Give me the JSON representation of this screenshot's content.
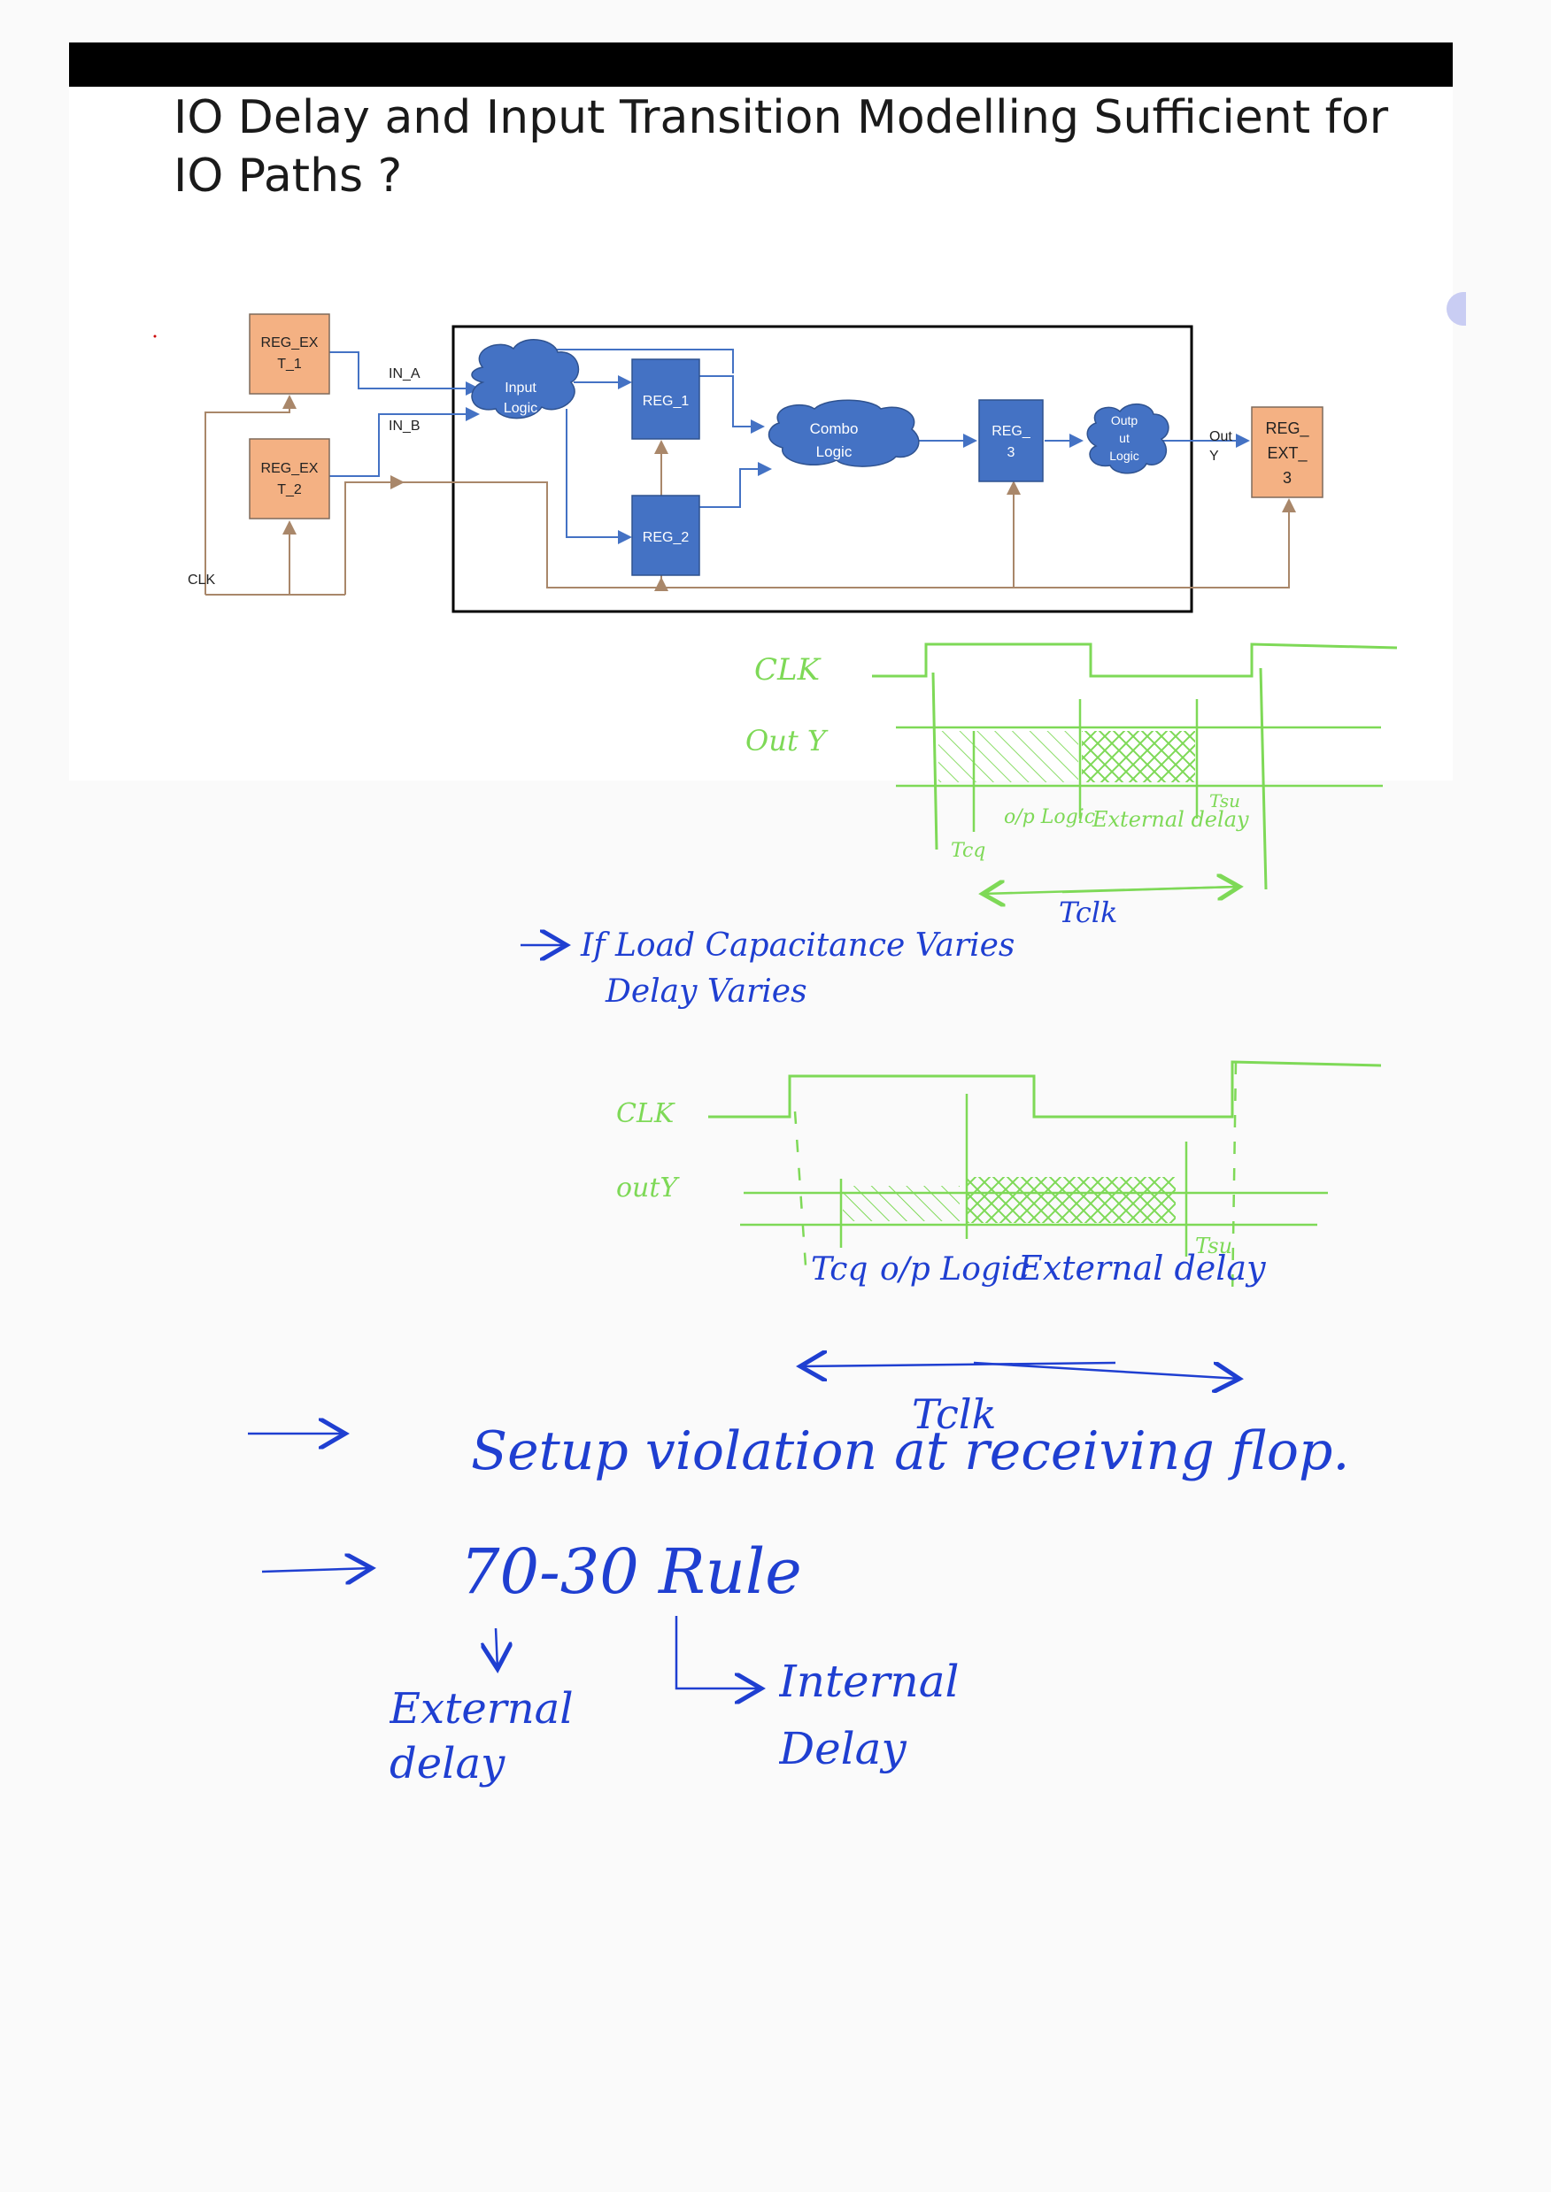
{
  "slide": {
    "title": "IO Delay and Input Transition Modelling Sufficient for IO Paths ?"
  },
  "block_diagram": {
    "blocks": {
      "reg_ext_1": "REG_EX T_1",
      "reg_ext_2": "REG_EX T_2",
      "input_logic": "Input Logic",
      "reg_1": "REG_1",
      "reg_2": "REG_2",
      "combo_logic": "Combo Logic",
      "reg_3": "REG_ 3",
      "output_logic": "Outp ut Logic",
      "reg_ext_3": "REG_ EXT_ 3"
    },
    "signals": {
      "in_a": "IN_A",
      "in_b": "IN_B",
      "clk": "CLK",
      "out_y": "Out Y"
    },
    "colors": {
      "orange_block": "#f4b183",
      "blue_block": "#4472c4",
      "wire_blue": "#4472c4",
      "wire_brown": "#a9876a"
    }
  },
  "timing_diagram_1": {
    "clk_label": "CLK",
    "out_label": "Out Y",
    "segments": [
      "Tcq",
      "o/p Logic",
      "External delay",
      "Tsu"
    ],
    "period_label": "Tclk",
    "color": "#7ed957"
  },
  "note_1": {
    "line1": "If Load Capacitance Varies",
    "line2": "Delay Varies"
  },
  "timing_diagram_2": {
    "clk_label": "CLK",
    "out_label": "outY",
    "segments": [
      "Tcq",
      "o/p Logic",
      "External delay",
      "Tsu"
    ],
    "period_label": "Tclk"
  },
  "notes_blue": {
    "setup_violation": "Setup violation at receiving flop.",
    "rule": "70-30 Rule",
    "external": "External delay",
    "internal": "Internal Delay",
    "color": "#1f3fd1"
  }
}
